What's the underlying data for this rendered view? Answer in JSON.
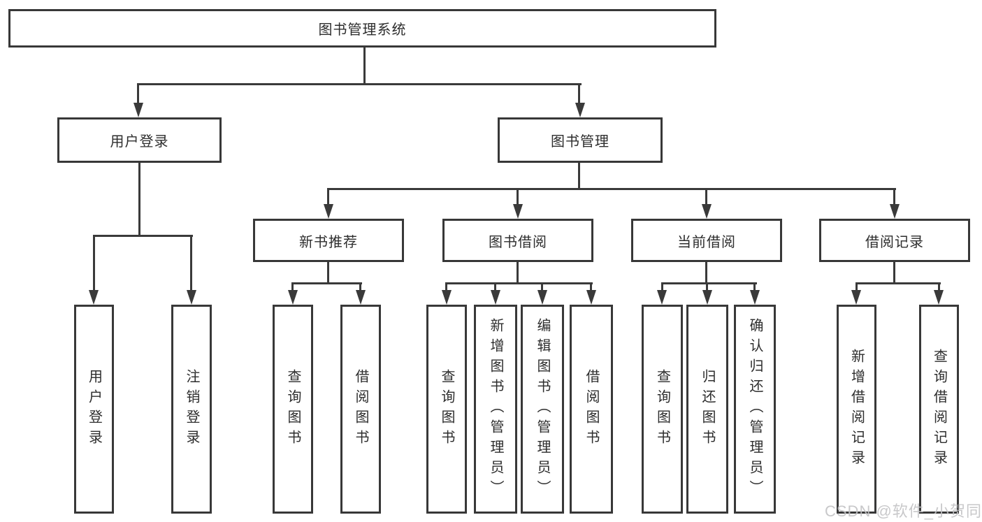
{
  "diagram": {
    "root": {
      "label": "图书管理系统"
    },
    "branches": [
      {
        "label": "用户登录",
        "leaves": [
          "用户登录",
          "注销登录"
        ]
      },
      {
        "label": "图书管理",
        "children": [
          {
            "label": "新书推荐",
            "leaves": [
              "查询图书",
              "借阅图书"
            ]
          },
          {
            "label": "图书借阅",
            "leaves": [
              "查询图书",
              "新增图书（管理员）",
              "编辑图书（管理员）",
              "借阅图书"
            ]
          },
          {
            "label": "当前借阅",
            "leaves": [
              "查询图书",
              "归还图书",
              "确认归还（管理员）"
            ]
          },
          {
            "label": "借阅记录",
            "leaves": [
              "新增借阅记录",
              "查询借阅记录"
            ]
          }
        ]
      }
    ]
  },
  "watermark": {
    "text": "CSDN @软件_小贺同学"
  },
  "colors": {
    "line": "#3a3a3a",
    "box_border": "#383838",
    "text": "#2d2d2d",
    "watermark": "#c3c3c5",
    "background": "#ffffff"
  }
}
